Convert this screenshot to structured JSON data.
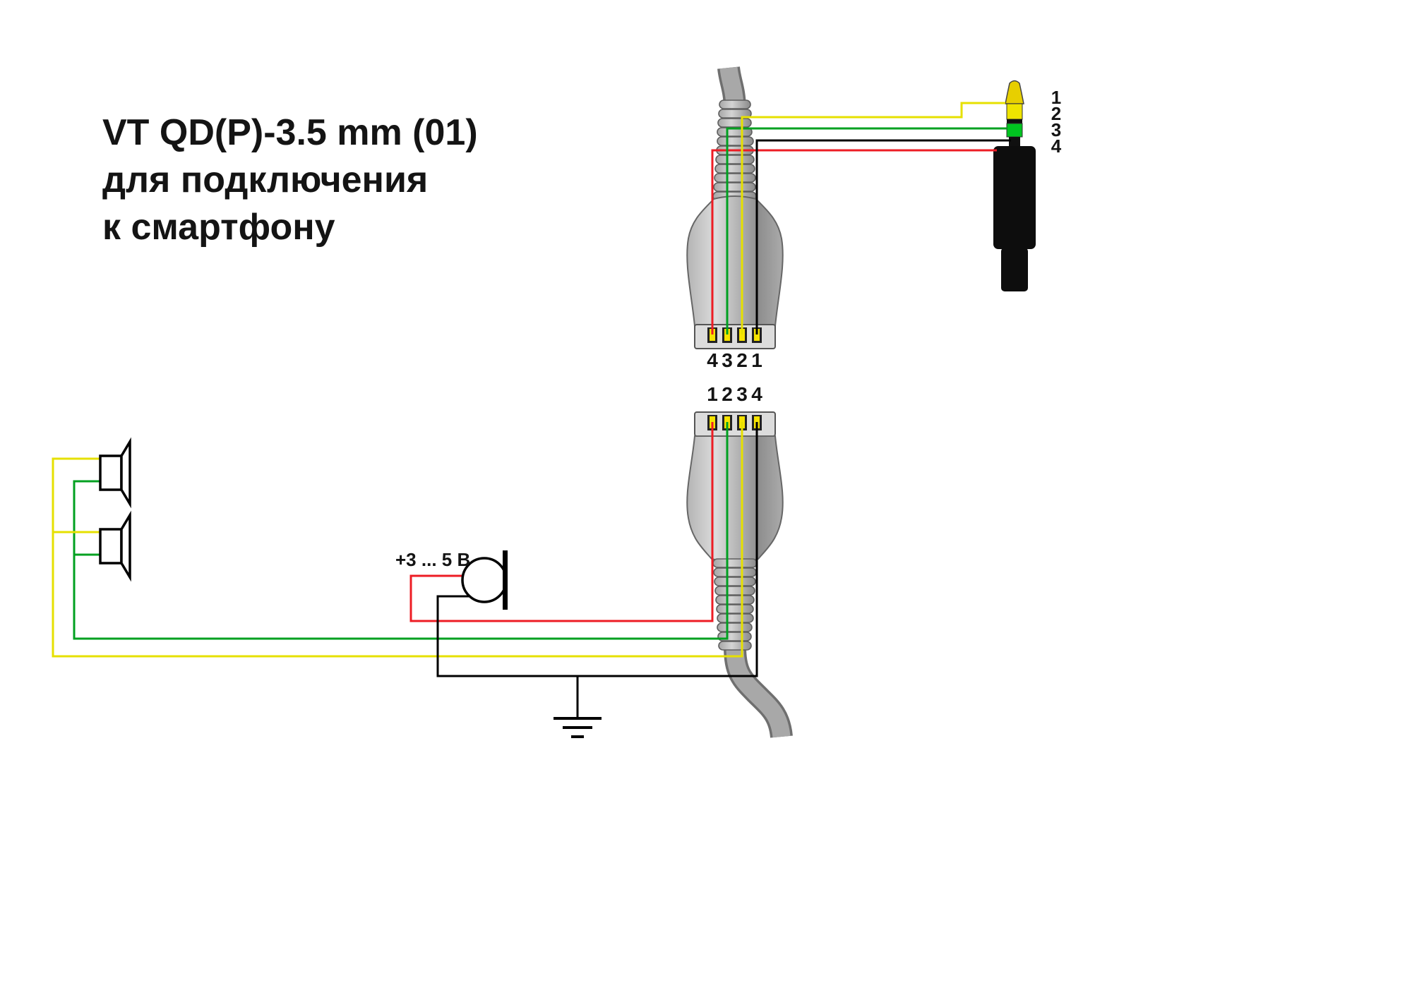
{
  "title": {
    "line1": "VT QD(P)-3.5 mm (01)",
    "line2": "для подключения",
    "line3": "к смартфону"
  },
  "plug_pin_labels": [
    "1",
    "2",
    "3",
    "4"
  ],
  "top_connector_label": [
    "4",
    "3",
    "2",
    "1"
  ],
  "bottom_connector_label": [
    "1",
    "2",
    "3",
    "4"
  ],
  "mic_label": "+3 ... 5 В",
  "colors": {
    "wire_yellow": "#e6e000",
    "wire_green": "#00a020",
    "wire_red": "#ed1c24",
    "wire_black": "#000000",
    "plug_tip": "#e7cf00",
    "band_yellow": "#efe400",
    "band_green": "#00c420",
    "contact": "#f6e300"
  }
}
